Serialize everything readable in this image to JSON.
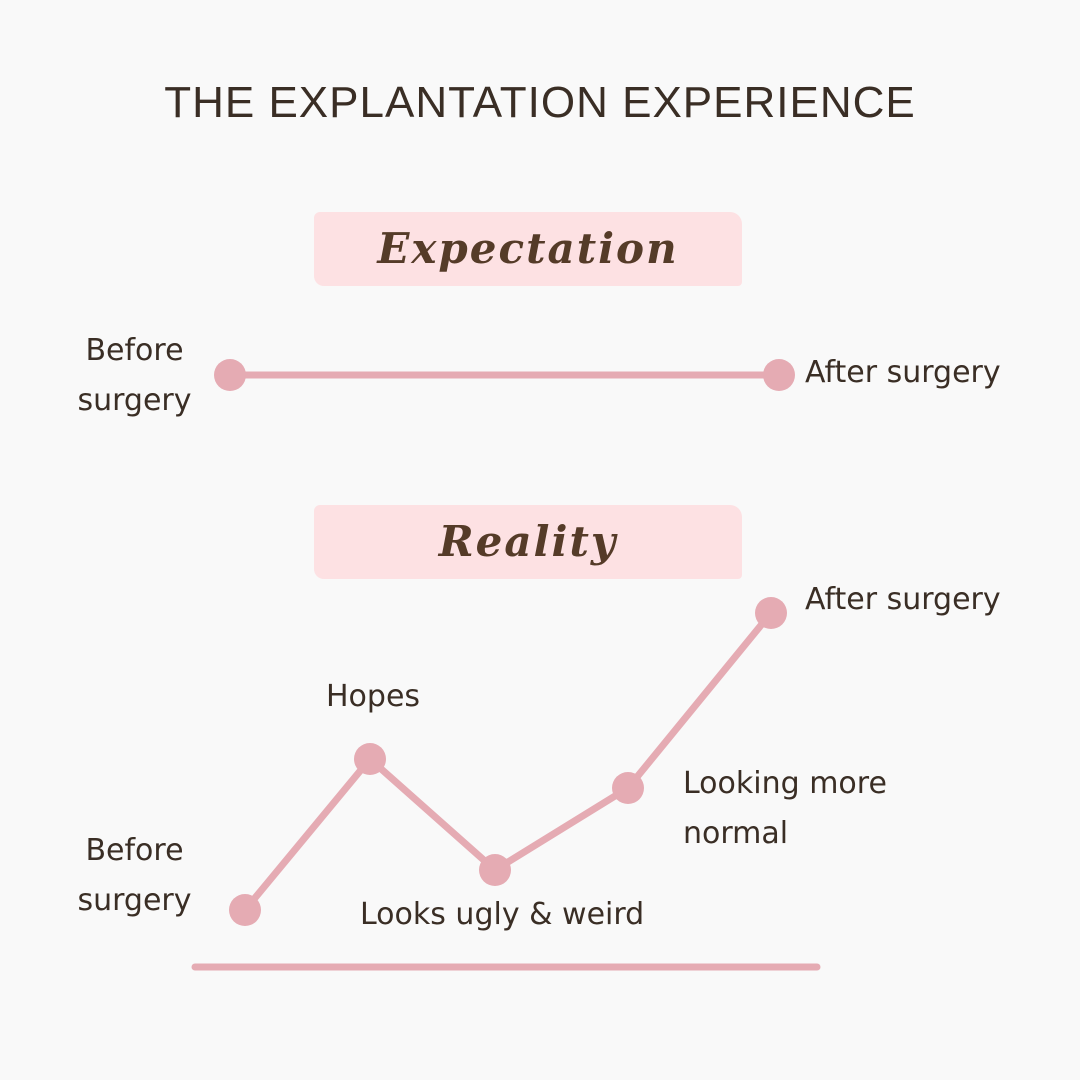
{
  "title": "THE EXPLANTATION EXPERIENCE",
  "expectation": {
    "heading": "Expectation",
    "start_label": "Before surgery",
    "end_label": "After surgery"
  },
  "reality": {
    "heading": "Reality",
    "points": [
      {
        "label": "Before surgery"
      },
      {
        "label": "Hopes"
      },
      {
        "label": "Looks ugly & weird"
      },
      {
        "label": "Looking more normal"
      },
      {
        "label": "After surgery"
      }
    ]
  },
  "colors": {
    "line": "#e5abb3",
    "highlight": "#fde1e3",
    "text": "#3a2e25",
    "heading": "#553b28",
    "background": "#f9f9f9"
  }
}
